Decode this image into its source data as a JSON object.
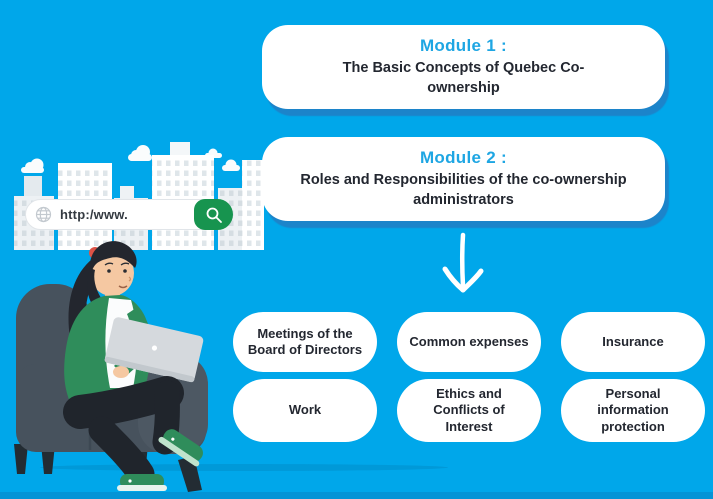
{
  "colors": {
    "background": "#00a7ea",
    "floor_strip": "#0494d6",
    "module_title": "#1ea6e3",
    "body_text": "#232730",
    "search_button_green": "#17944f"
  },
  "browser_bar": {
    "url": "http:/www.",
    "globe_icon": "globe",
    "search_icon": "magnifier"
  },
  "modules": [
    {
      "title": "Module 1 :",
      "subtitle": "The Basic Concepts of Quebec Co-ownership",
      "subtitle_lines": [
        "The Basic Concepts of Quebec Co-",
        "ownership"
      ]
    },
    {
      "title": "Module 2 :",
      "subtitle": "Roles and Responsibilities of the co-ownership administrators",
      "subtitle_lines": [
        "Roles and Responsibilities of the co-ownership",
        "administrators"
      ]
    }
  ],
  "topics": [
    {
      "label": "Meetings of the Board of Directors",
      "lines": [
        "Meetings of the",
        "Board of Directors"
      ]
    },
    {
      "label": "Common expenses",
      "lines": [
        "Common expenses"
      ]
    },
    {
      "label": "Insurance",
      "lines": [
        "Insurance"
      ]
    },
    {
      "label": "Work",
      "lines": [
        "Work"
      ]
    },
    {
      "label": "Ethics and Conflicts of Interest",
      "lines": [
        "Ethics and",
        "Conflicts of",
        "Interest"
      ]
    },
    {
      "label": "Personal information protection",
      "lines": [
        "Personal",
        "information",
        "protection"
      ]
    }
  ]
}
